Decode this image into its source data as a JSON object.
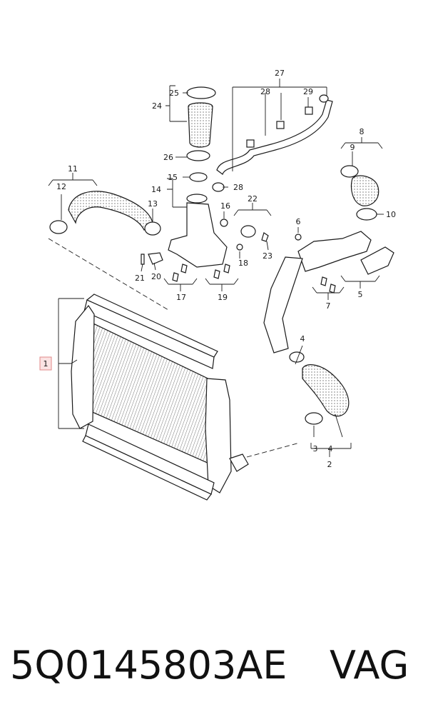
{
  "callouts": [
    {
      "id": "c1",
      "text": "1",
      "highlighted": true
    },
    {
      "id": "c2",
      "text": "2"
    },
    {
      "id": "c3a",
      "text": "3"
    },
    {
      "id": "c4a",
      "text": "4"
    },
    {
      "id": "c4b",
      "text": "4"
    },
    {
      "id": "c5",
      "text": "5"
    },
    {
      "id": "c6",
      "text": "6"
    },
    {
      "id": "c7",
      "text": "7"
    },
    {
      "id": "c8",
      "text": "8"
    },
    {
      "id": "c9",
      "text": "9"
    },
    {
      "id": "c10",
      "text": "10"
    },
    {
      "id": "c11",
      "text": "11"
    },
    {
      "id": "c12",
      "text": "12"
    },
    {
      "id": "c13",
      "text": "13"
    },
    {
      "id": "c14",
      "text": "14"
    },
    {
      "id": "c15",
      "text": "15"
    },
    {
      "id": "c16",
      "text": "16"
    },
    {
      "id": "c17",
      "text": "17"
    },
    {
      "id": "c18",
      "text": "18"
    },
    {
      "id": "c19",
      "text": "19"
    },
    {
      "id": "c20",
      "text": "20"
    },
    {
      "id": "c21",
      "text": "21"
    },
    {
      "id": "c22",
      "text": "22"
    },
    {
      "id": "c23",
      "text": "23"
    },
    {
      "id": "c24",
      "text": "24"
    },
    {
      "id": "c25",
      "text": "25"
    },
    {
      "id": "c26",
      "text": "26"
    },
    {
      "id": "c27",
      "text": "27"
    },
    {
      "id": "c28a",
      "text": "28"
    },
    {
      "id": "c28b",
      "text": "28"
    },
    {
      "id": "c29",
      "text": "29"
    }
  ],
  "colors": {
    "highlight_fill": "#fbe3e3",
    "highlight_stroke": "#e08a8a",
    "line": "#1a1a1a"
  },
  "footer": {
    "part_number": "5Q0145803AE",
    "brand": "VAG"
  }
}
